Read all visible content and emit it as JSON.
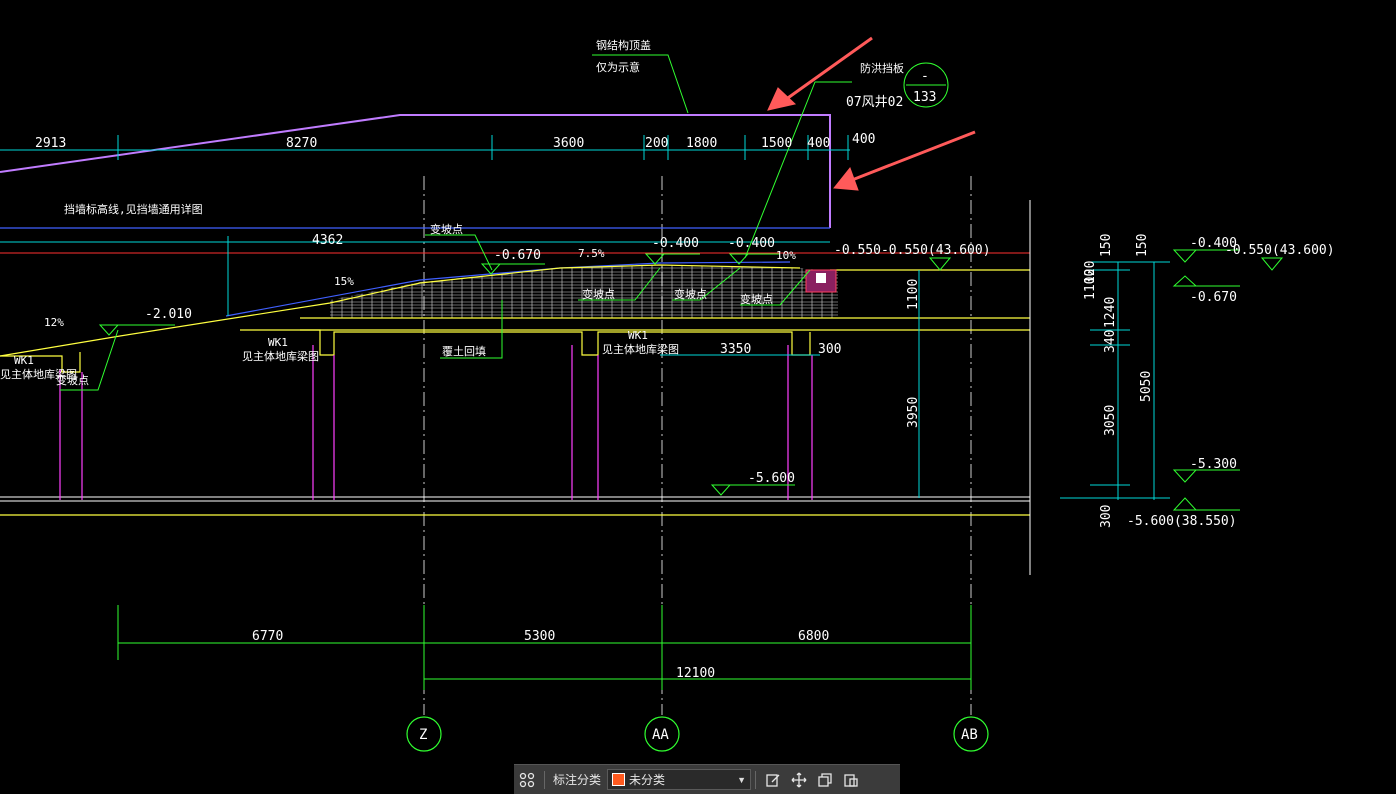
{
  "annotations": {
    "steel_top_1": "钢结构顶盖",
    "steel_top_2": "仅为示意",
    "flood_board": "防洪挡板",
    "detail_top": "-",
    "detail_bottom": "133",
    "detail_ref": "07风井02",
    "wall_note": "挡墙标高线,见挡墙通用详图",
    "slope_point": "变坡点",
    "backfill": "覆土回填",
    "wk1": "WK1",
    "see_main_1": "见主体地库梁图",
    "see_main_2": "见主体地库梁图",
    "see_main_3": "见主体地库梁图"
  },
  "dims_top": [
    "2913",
    "8270",
    "3600",
    "200",
    "1800",
    "1500",
    "400",
    "400"
  ],
  "dims_mid": {
    "d4362": "4362",
    "d3350": "3350",
    "d300": "300",
    "d1100": "1100",
    "d3950": "3950"
  },
  "levels": {
    "l_0670": "-0.670",
    "l_0400a": "-0.400",
    "l_0400b": "-0.400",
    "l_0550": "-0.550-0.550(43.600)",
    "l_2010": "-2.010",
    "l_5600": "-5.600",
    "r_0400": "-0.400",
    "r_0550": "-0.550(43.600)",
    "r_0670": "-0.670",
    "r_5300": "-5.300",
    "r_5600": "-5.600(38.550)"
  },
  "slopes": {
    "s12": "12%",
    "s15": "15%",
    "s75": "7.5%",
    "s10": "10%"
  },
  "dims_right": {
    "a150": "150",
    "b150": "150",
    "c120": "120",
    "d1240": "1240",
    "e340": "340",
    "f1100": "1100",
    "g3050": "3050",
    "h5050": "5050",
    "i300": "300"
  },
  "dims_bottom": {
    "b6770": "6770",
    "b5300": "5300",
    "b6800": "6800",
    "b12100": "12100"
  },
  "grid_axes": [
    "Z",
    "AA",
    "AB"
  ],
  "toolbar": {
    "label": "标注分类",
    "selected": "未分类"
  },
  "colors": {
    "background": "#000000",
    "arrow": "#ff5a5a",
    "swatch": "#ff5a1f"
  }
}
